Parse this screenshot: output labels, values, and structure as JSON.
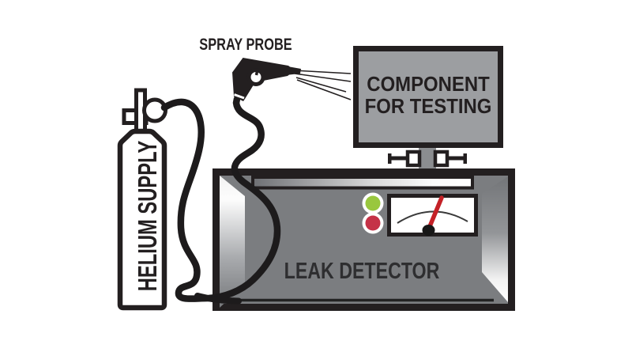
{
  "diagram": {
    "background": "#ffffff",
    "labels": {
      "helium_supply": "HELIUM SUPPLY",
      "spray_probe": "SPRAY PROBE",
      "component_line1": "COMPONENT",
      "component_line2": "FOR TESTING",
      "leak_detector": "LEAK DETECTOR"
    },
    "colors": {
      "outline": "#231f20",
      "label_text": "#2e2e30",
      "component_box_fill": "#9c9ea1",
      "detector_fill": "#7b7d80",
      "pedestal_fill": "#8b8d90",
      "cylinder_fill": "#ffffff",
      "led_green": "#99c73e",
      "led_red": "#c53247",
      "needle_red": "#c42127",
      "meter_face": "#ffffff",
      "hose_black": "#1d1b1c"
    }
  }
}
